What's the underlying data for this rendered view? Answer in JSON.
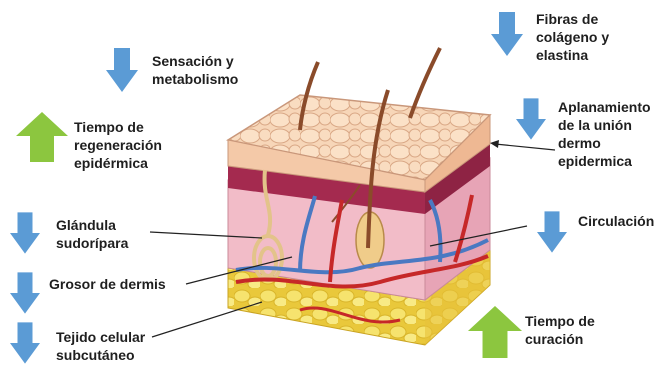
{
  "labels": {
    "sensacion": "Sensación y\nmetabolismo",
    "fibras": "Fibras de\ncolágeno y\nelastina",
    "tiempo_regeneracion": "Tiempo de\nregeneración\nepidérmica",
    "aplanamiento": "Aplanamiento\nde la unión\ndermo\nepidermica",
    "glandula": "Glándula\nsudorípara",
    "circulacion": "Circulación",
    "grosor": "Grosor de dermis",
    "tejido": "Tejido celular\nsubcutáneo",
    "tiempo_curacion": "Tiempo de\ncuración"
  },
  "colors": {
    "decrease_arrow": "#5b9bd5",
    "increase_arrow": "#8cc63f",
    "epidermis": "#f7d2b3",
    "dermis": "#f0b7c4",
    "dermis_top": "#a42a4f",
    "subcutaneous": "#f2da55",
    "vein": "#4a79c2",
    "artery": "#c62828",
    "hair": "#8a4b2a"
  },
  "icons": {
    "decrease": "arrow-down-icon",
    "increase": "arrow-up-icon"
  }
}
